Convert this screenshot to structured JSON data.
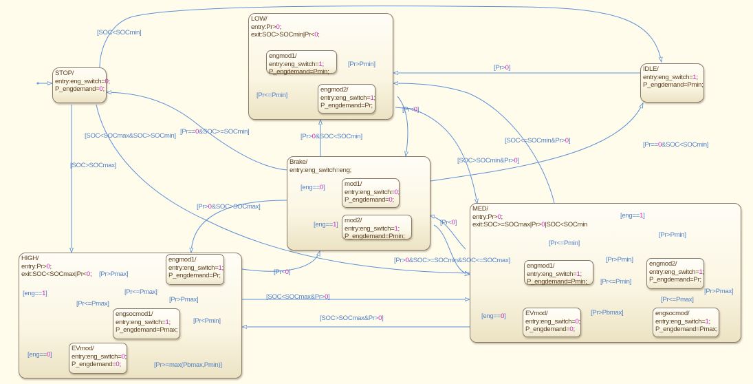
{
  "diagram": {
    "type": "stateflow-chart",
    "states": {
      "stop": {
        "lines": [
          "STOP/",
          "entry:eng_switch=0;",
          "P_engdemand=0;"
        ]
      },
      "low": {
        "lines": [
          "LOW/",
          "entry:Pr>0;",
          "exit:SOC>SOCmin|Pr<0;"
        ]
      },
      "low_engmod1": {
        "lines": [
          "engmod1/",
          "entry:eng_switch=1;",
          "P_engdemand=Pmin;"
        ]
      },
      "low_engmod2": {
        "lines": [
          "engmod2/",
          "entry:eng_switch=1;",
          "P_engdemand=Pr;"
        ]
      },
      "idle": {
        "lines": [
          "IDLE/",
          "entry:eng_switch=1;",
          "P_engdemand=Pmin;"
        ]
      },
      "brake": {
        "lines": [
          "Brake/",
          "entry:eng_switch=eng;"
        ]
      },
      "brake_mod1": {
        "lines": [
          "mod1/",
          "entry:eng_switch=0;",
          "P_engdemand=0;"
        ]
      },
      "brake_mod2": {
        "lines": [
          "mod2/",
          "entry:eng_switch=1;",
          "P_engdemand=Pmin;"
        ]
      },
      "high": {
        "lines": [
          "HIGH/",
          "entry:Pr>0;",
          "exit:SOC<SOCmax|Pr<0;"
        ]
      },
      "high_engmod1": {
        "lines": [
          "engmod1/",
          "entry:eng_switch=1;",
          "P_engdemand=Pr;"
        ]
      },
      "high_engsocmod1": {
        "lines": [
          "engsocmod1/",
          "entry:eng_switch=1;",
          "P_engdemand=Pmax;"
        ]
      },
      "high_evmod": {
        "lines": [
          "EVmod/",
          "entry:eng_switch=0;",
          "P_engdemand=0;"
        ]
      },
      "med": {
        "lines": [
          "MED/",
          "entry:Pr>0;",
          "exit:SOC>=SOCmax|Pr>0|SOC<SOCmin"
        ]
      },
      "med_engmod1": {
        "lines": [
          "engmod1/",
          "entry:eng_switch=1;",
          "P_engdemand=Pmin;"
        ]
      },
      "med_engmod2": {
        "lines": [
          "engmod2/",
          "entry:eng_switch=1;",
          "P_engdemand=Pr;"
        ]
      },
      "med_evmod": {
        "lines": [
          "EVmod/",
          "entry:eng_switch=0;",
          "P_engdemand=0;"
        ]
      },
      "med_engsocmod": {
        "lines": [
          "engsocmod/",
          "entry:eng_switch=1;",
          "P_engdemand=Pmax;"
        ]
      }
    },
    "transition_labels": {
      "stop_to_low": "[SOC<SOCmin]",
      "stop_to_brake": "[Pr==0&SOC>=SOCmin]",
      "stop_to_med": "[SOC<SOCmax&SOC>SOCmin]",
      "stop_to_high": "[SOC>SOCmax]",
      "idle_to_low": "[Pr>0]",
      "idle_to_brake": "[Pr==0&SOC<SOCmin]",
      "low_to_brake": "[Pr<0]",
      "low_to_med": "[SOC>SOCmin&Pr>0]",
      "med_to_low": "[SOC<=SOCmin&Pr>0]",
      "brake_to_low": "[Pr>0&SOC<SOCmin]",
      "brake_to_high": "[Pr>0&SOC>SOCmax]",
      "brake_to_med": "[Pr>0&SOC>=SOCmin&SOC<=SOCmax]",
      "med_to_brake": "[Pr<0]",
      "high_to_brake": "[Pr<0]",
      "high_to_med": "[SOC<SOCmax&Pr>0]",
      "med_to_high": "[SOC>SOCmax&Pr>0]",
      "low_inner_up": "[Pr>Pmin]",
      "low_inner_down": "[Pr<=Pmin]",
      "brake_eng0": "[eng==0]",
      "brake_eng1": "[eng==1]",
      "high_eng1": "[eng==1]",
      "high_eng0": "[eng==0]",
      "high_pr_gt_pmax": "[Pr>Pmax]",
      "high_pr_le_pmax": "[Pr<=Pmax]",
      "high_pr_le_pmax2": "[Pr<=Pmax]",
      "high_pr_gt_pmax2": "[Pr>Pmax]",
      "high_pr_lt_pmin": "[Pr<Pmin]",
      "high_pr_ge_max": "[Pr>=max(Pbmax,Pmin)]",
      "med_eng1": "[eng==1]",
      "med_eng0": "[eng==0]",
      "med_pr_le_pmin": "[Pr<=Pmin]",
      "med_pr_gt_pmin": "[Pr>Pmin]",
      "med_pr_gt_pmin2": "[Pr>Pmin]",
      "med_pr_le_pmin2": "[Pr<=Pmin]",
      "med_pr_gt_pbmax": "[Pr>Pbmax]",
      "med_pr_le_pmax": "[Pr<=Pmax]",
      "med_pr_gt_pmax": "[Pr>Pmax]"
    },
    "colors": {
      "background": "#fffcec",
      "transition": "#5b8fd6",
      "state_text": "#5a3e1c",
      "constant": "#d020c0",
      "junction": "#e0a030",
      "state_border": "#8a7a68"
    }
  }
}
